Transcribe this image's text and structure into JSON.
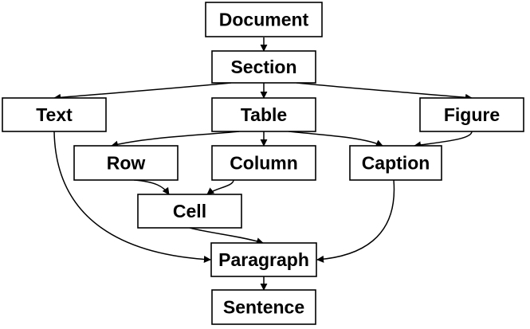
{
  "diagram": {
    "nodes": [
      {
        "id": "document",
        "label": "Document"
      },
      {
        "id": "section",
        "label": "Section"
      },
      {
        "id": "text",
        "label": "Text"
      },
      {
        "id": "table",
        "label": "Table"
      },
      {
        "id": "figure",
        "label": "Figure"
      },
      {
        "id": "row",
        "label": "Row"
      },
      {
        "id": "column",
        "label": "Column"
      },
      {
        "id": "caption",
        "label": "Caption"
      },
      {
        "id": "cell",
        "label": "Cell"
      },
      {
        "id": "paragraph",
        "label": "Paragraph"
      },
      {
        "id": "sentence",
        "label": "Sentence"
      }
    ],
    "edges": [
      {
        "from": "document",
        "to": "section"
      },
      {
        "from": "section",
        "to": "text"
      },
      {
        "from": "section",
        "to": "table"
      },
      {
        "from": "section",
        "to": "figure"
      },
      {
        "from": "table",
        "to": "row"
      },
      {
        "from": "table",
        "to": "column"
      },
      {
        "from": "table",
        "to": "caption"
      },
      {
        "from": "figure",
        "to": "caption"
      },
      {
        "from": "row",
        "to": "cell"
      },
      {
        "from": "column",
        "to": "cell"
      },
      {
        "from": "cell",
        "to": "paragraph"
      },
      {
        "from": "text",
        "to": "paragraph"
      },
      {
        "from": "caption",
        "to": "paragraph"
      },
      {
        "from": "paragraph",
        "to": "sentence"
      }
    ]
  }
}
